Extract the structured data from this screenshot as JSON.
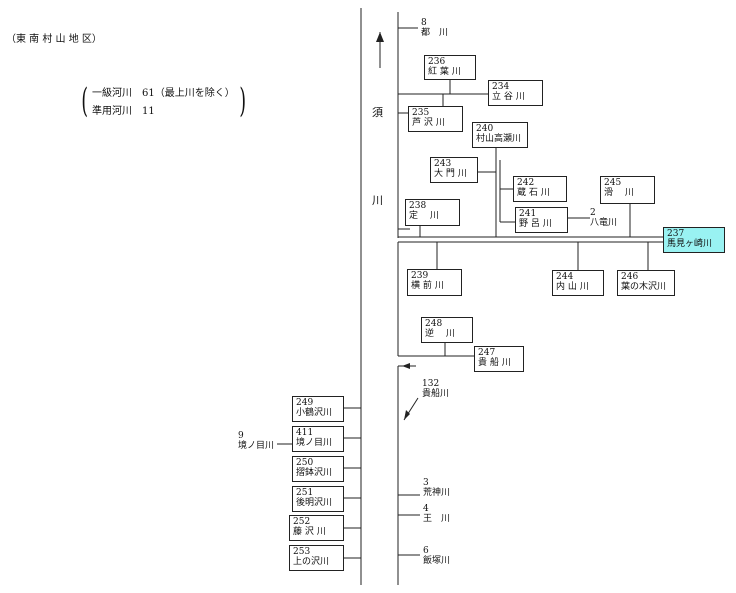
{
  "header": {
    "district": "（東 南 村 山 地 区）",
    "line1": "一級河川　61（最上川を除く）",
    "line2": "準用河川　11"
  },
  "river_name_chars": [
    "須",
    "川"
  ],
  "rivers": [
    {
      "num": "8",
      "name": "都　川"
    },
    {
      "num": "236",
      "name": "紅 葉 川"
    },
    {
      "num": "234",
      "name": "立 谷 川"
    },
    {
      "num": "235",
      "name": "芦 沢 川"
    },
    {
      "num": "240",
      "name": "村山高瀬川"
    },
    {
      "num": "243",
      "name": "大 門 川"
    },
    {
      "num": "242",
      "name": "蔵 石 川"
    },
    {
      "num": "245",
      "name": "滑　 川"
    },
    {
      "num": "238",
      "name": "定　 川"
    },
    {
      "num": "241",
      "name": "野 呂 川"
    },
    {
      "num": "2",
      "name": "八竜川"
    },
    {
      "num": "237",
      "name": "馬見ヶ崎川"
    },
    {
      "num": "239",
      "name": "横 前 川"
    },
    {
      "num": "244",
      "name": "内 山 川"
    },
    {
      "num": "246",
      "name": "葉の木沢川"
    },
    {
      "num": "248",
      "name": "逆　 川"
    },
    {
      "num": "247",
      "name": "貴 船 川"
    },
    {
      "num": "132",
      "name": "貴船川"
    },
    {
      "num": "249",
      "name": "小鶴沢川"
    },
    {
      "num": "411",
      "name": "境ノ目川"
    },
    {
      "num": "9",
      "name": "境ノ目川"
    },
    {
      "num": "250",
      "name": "摺鉢沢川"
    },
    {
      "num": "251",
      "name": "後明沢川"
    },
    {
      "num": "252",
      "name": "藤 沢 川"
    },
    {
      "num": "253",
      "name": "上の沢川"
    },
    {
      "num": "3",
      "name": "荒神川"
    },
    {
      "num": "4",
      "name": "王　川"
    },
    {
      "num": "6",
      "name": "飯塚川"
    }
  ],
  "colors": {
    "highlight": "#99f2f2",
    "line": "#222222"
  }
}
